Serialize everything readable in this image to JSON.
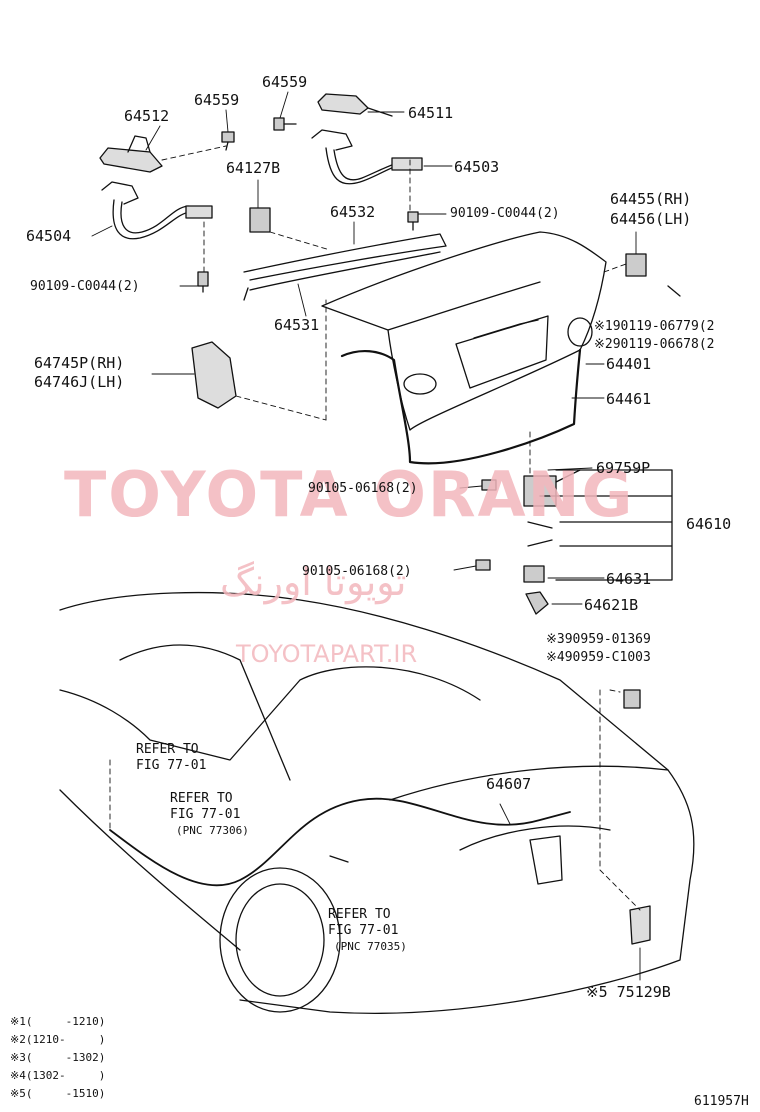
{
  "watermark": {
    "brand": "TOYOTA ORANG",
    "arabic": "تویوتا اورنگ",
    "site": "TOYOTAPART.IR",
    "color": "#f3b7bd"
  },
  "labels": {
    "p64559a": "64559",
    "p64512": "64512",
    "p64559b": "64559",
    "p64511": "64511",
    "p64127b": "64127B",
    "p64503": "64503",
    "p64504": "64504",
    "p64532": "64532",
    "p90109a": "90109-C0044(2)",
    "p90109b": "90109-C0044(2)",
    "p64455": "64455(RH)",
    "p64456": "64456(LH)",
    "p64531": "64531",
    "p90119a": "※190119-06779(2",
    "p90119b": "※290119-06678(2",
    "p64745": "64745P(RH)",
    "p64746": "64746J(LH)",
    "p64401": "64401",
    "p64461": "64461",
    "p69759": "69759P",
    "p90105a": "90105-06168(2)",
    "p64610": "64610",
    "p90105b": "90105-06168(2)",
    "p64631": "64631",
    "p64621": "64621B",
    "p90959a": "※390959-01369",
    "p90959b": "※490959-C1003",
    "p64607": "64607",
    "ref1a": "REFER TO",
    "ref1b": "FIG 77-01",
    "ref2a": "REFER TO",
    "ref2b": "FIG 77-01",
    "ref2c": "(PNC 77306)",
    "ref3a": "REFER TO",
    "ref3b": "FIG 77-01",
    "ref3c": "(PNC 77035)",
    "p75129": "※5 75129B"
  },
  "notes": [
    "※1(     -1210)",
    "※2(1210-     )",
    "※3(     -1302)",
    "※4(1302-     )",
    "※5(     -1510)"
  ],
  "figure_id": "611957H"
}
